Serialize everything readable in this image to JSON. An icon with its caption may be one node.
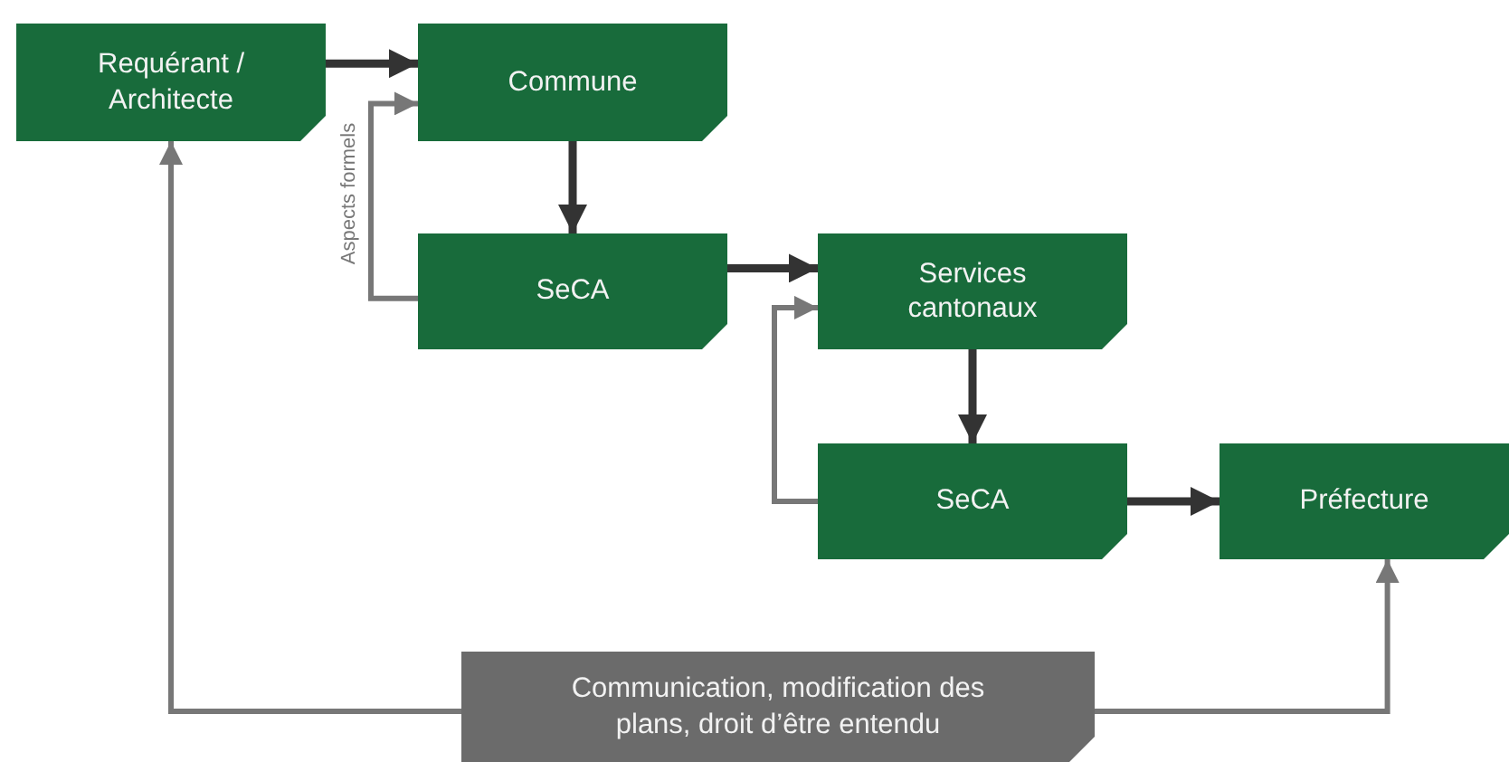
{
  "diagram": {
    "nodes": [
      {
        "text": [
          "Requérant / Architecte"
        ]
      },
      {
        "text": [
          "Commune"
        ]
      },
      {
        "text": [
          "SeCA"
        ]
      },
      {
        "text": [
          "Services cantonaux"
        ]
      },
      {
        "text": [
          "SeCA"
        ]
      },
      {
        "text": [
          "Préfecture"
        ]
      },
      {
        "text": [
          "Communication, modification des plans, droit d’être entendu"
        ]
      }
    ],
    "edges": [
      {
        "from": 0,
        "to": 1,
        "arrow": "to"
      },
      {
        "from": 2,
        "to": 1,
        "arrow": "to",
        "label": "Aspects formels",
        "color": "#777777"
      },
      {
        "from": 1,
        "to": 2,
        "arrow": "to"
      },
      {
        "from": 2,
        "to": 3,
        "arrow": "to"
      },
      {
        "from": 4,
        "to": 3,
        "arrow": "to",
        "color": "#777777"
      },
      {
        "from": 3,
        "to": 4,
        "arrow": "to"
      },
      {
        "from": 4,
        "to": 5,
        "arrow": "to"
      },
      {
        "from": 6,
        "to": 0,
        "arrow": "to",
        "color": "#777777"
      },
      {
        "from": 6,
        "to": 5,
        "arrow": "to",
        "color": "#777777"
      }
    ]
  }
}
